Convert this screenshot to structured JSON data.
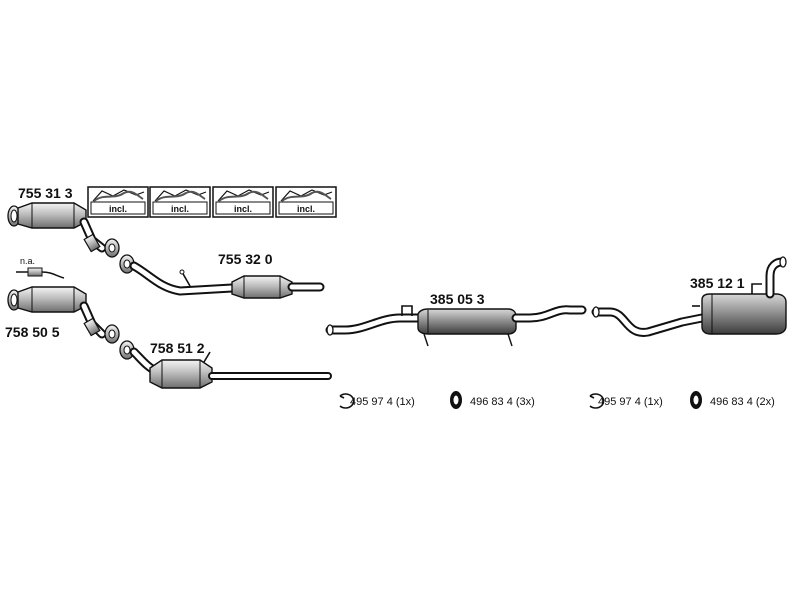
{
  "parts": {
    "cat_upper": "755 31 3",
    "front_pipe_upper": "755 32 0",
    "cat_lower": "758 50 5",
    "front_pipe_lower": "758 51 2",
    "middle_silencer": "385 05 3",
    "rear_silencer": "385 12 1"
  },
  "kit": {
    "label": "incl.",
    "labels": [
      "incl.",
      "incl.",
      "incl.",
      "incl."
    ]
  },
  "sensor_note": "n.a.",
  "accessories": [
    {
      "icon": "clamp-ring-icon",
      "code": "495 97 4 (1x)"
    },
    {
      "icon": "rubber-hanger-icon",
      "code": "496 83 4 (3x)"
    },
    {
      "icon": "clamp-ring-icon",
      "code": "495 97 4 (1x)"
    },
    {
      "icon": "rubber-hanger-icon",
      "code": "496 83 4 (2x)"
    }
  ]
}
